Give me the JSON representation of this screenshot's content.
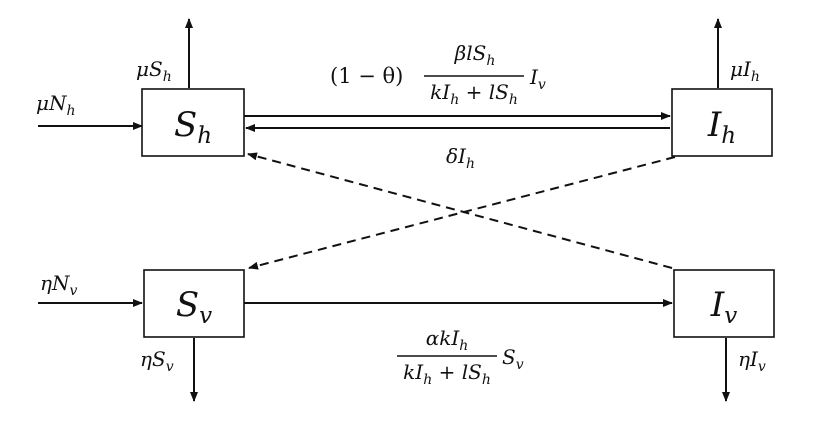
{
  "compartments": {
    "Sh": {
      "base": "S",
      "sub": "h"
    },
    "Ih": {
      "base": "I",
      "sub": "h"
    },
    "Sv": {
      "base": "S",
      "sub": "v"
    },
    "Iv": {
      "base": "I",
      "sub": "v"
    }
  },
  "rates": {
    "recruit_h": {
      "coef": "μN",
      "sub": "h"
    },
    "death_Sh": {
      "coef": "μS",
      "sub": "h"
    },
    "death_Ih": {
      "coef": "μI",
      "sub": "h"
    },
    "recover_h": {
      "coef": "δI",
      "sub": "h"
    },
    "recruit_v": {
      "coef": "ηN",
      "sub": "v"
    },
    "death_Sv": {
      "coef": "ηS",
      "sub": "v"
    },
    "death_Iv": {
      "coef": "ηI",
      "sub": "v"
    },
    "infect_h": {
      "prefix": "(1 − θ)",
      "num_coef": "βlS",
      "num_sub": "h",
      "den_a": "kI",
      "den_a_sub": "h",
      "den_op": " + ",
      "den_b": "lS",
      "den_b_sub": "h",
      "suffix": "I",
      "suffix_sub": "v"
    },
    "infect_v": {
      "num_coef": "αkI",
      "num_sub": "h",
      "den_a": "kI",
      "den_a_sub": "h",
      "den_op": " + ",
      "den_b": "lS",
      "den_b_sub": "h",
      "suffix": "S",
      "suffix_sub": "v"
    }
  }
}
